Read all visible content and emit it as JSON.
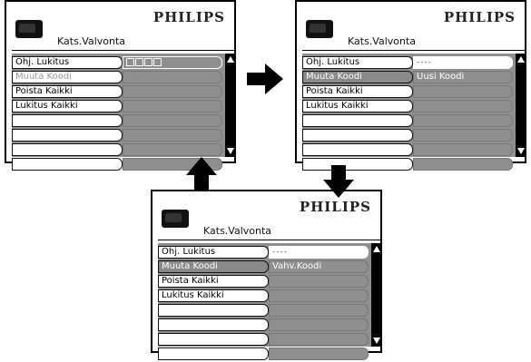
{
  "brand": "PHILIPS",
  "title": "Kats.Valvonta",
  "menu_items": [
    "Ohj. Lukitus",
    "Muuta Koodi",
    "Poista Kaikki",
    "Lukitus Kaikki"
  ],
  "code_placeholder": "----",
  "screen_b": {
    "info_text": "Uusi Koodi"
  },
  "screen_c": {
    "info_text": "Vahv.Koodi"
  },
  "icons": {
    "tv": "tv-icon",
    "scroll_up": "scroll-up-icon",
    "scroll_down": "scroll-down-icon",
    "flow_right": "arrow-right-icon",
    "flow_down": "arrow-down-icon",
    "flow_up": "arrow-up-icon"
  },
  "colors": {
    "selected_bg": "#8a8a8a",
    "panel_bg": "#8f8f8f",
    "scrollbar": "#000000"
  }
}
